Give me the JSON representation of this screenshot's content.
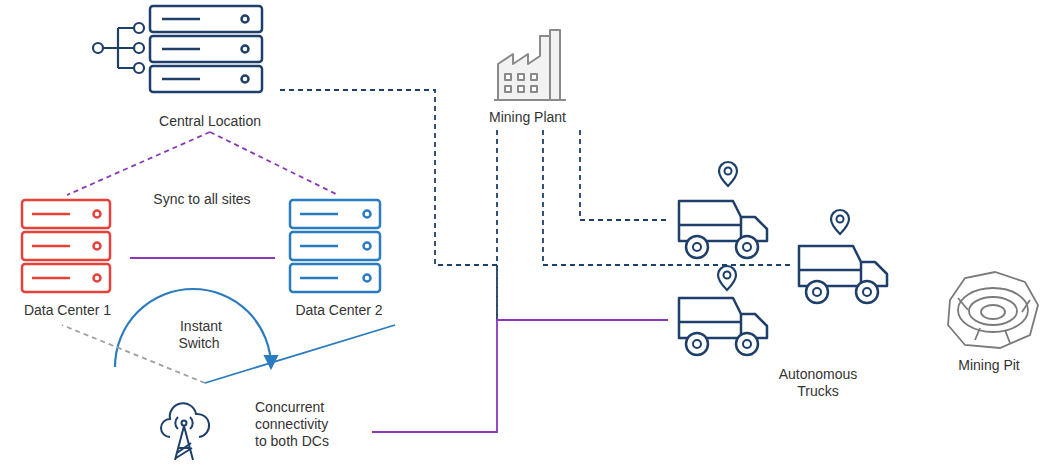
{
  "diagram": {
    "nodes": [
      {
        "text": [
          "Central Location"
        ]
      },
      {
        "text": [
          "Mining Plant"
        ]
      },
      {
        "text": [
          "Data Center 1"
        ]
      },
      {
        "text": [
          "Data Center 2"
        ]
      },
      {
        "text": [
          "Concurrent connectivity to both DCs"
        ]
      },
      {
        "text": [
          "Autonomous Trucks"
        ]
      },
      {
        "text": [
          "Mining Pit"
        ]
      }
    ],
    "edges": [
      {
        "from": 0,
        "to": 2,
        "arrow": "none"
      },
      {
        "from": 0,
        "to": 3,
        "arrow": "none"
      },
      {
        "from": 2,
        "to": 3,
        "arrow": "none"
      },
      {
        "from": 4,
        "to": 2,
        "arrow": "none"
      },
      {
        "from": 4,
        "to": 3,
        "arrow": "none"
      },
      {
        "from": 0,
        "to": 5,
        "arrow": "none"
      },
      {
        "from": 1,
        "to": 5,
        "arrow": "none"
      },
      {
        "from": 1,
        "to": 5,
        "arrow": "none"
      },
      {
        "from": 1,
        "to": 5,
        "arrow": "none"
      },
      {
        "from": 4,
        "to": 5,
        "arrow": "none"
      }
    ],
    "labels": [
      "Sync to all sites",
      "Instant Switch"
    ]
  }
}
